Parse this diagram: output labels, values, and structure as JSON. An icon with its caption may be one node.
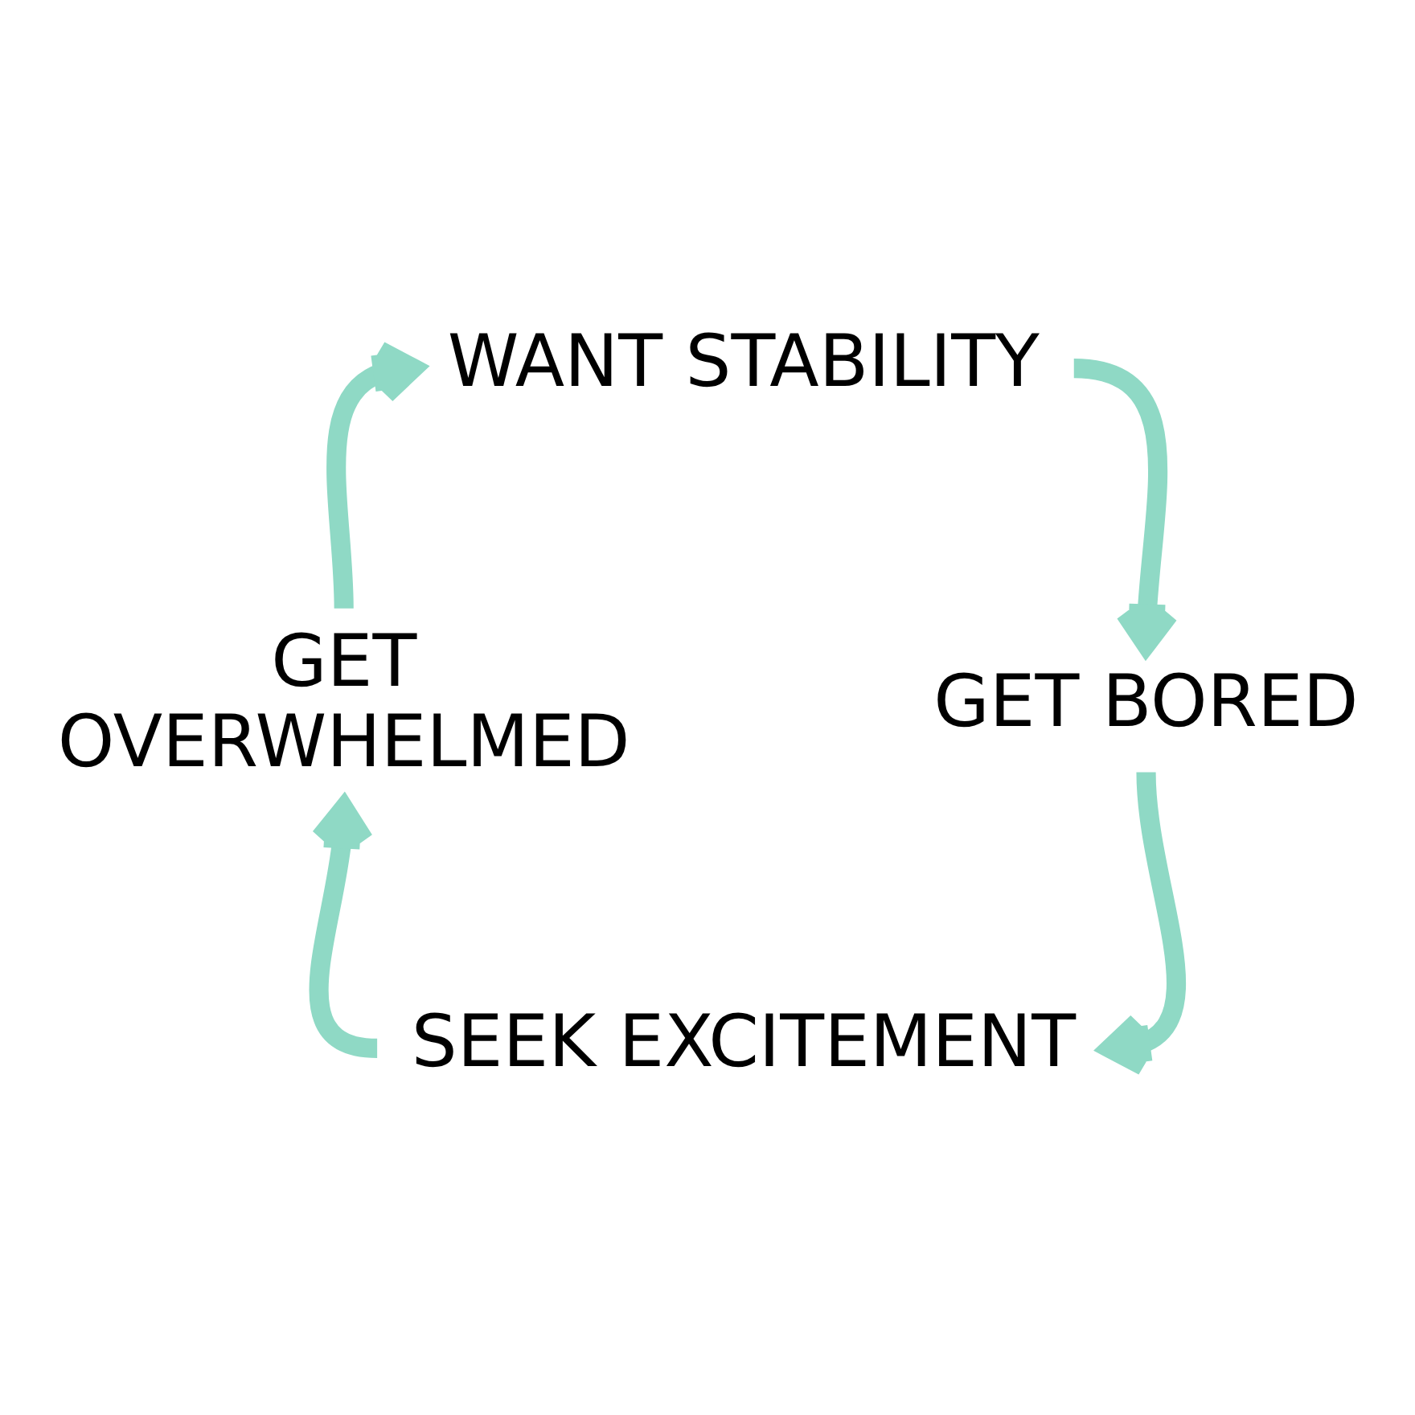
{
  "diagram": {
    "nodes": [
      {
        "text": [
          "WANT STABILITY"
        ]
      },
      {
        "text": [
          "GET BORED"
        ]
      },
      {
        "text": [
          "SEEK EXCITEMENT"
        ]
      },
      {
        "text": [
          "GET OVERWHELMED"
        ]
      }
    ],
    "edges": [
      {
        "from": 0,
        "to": 1,
        "arrow": "to"
      },
      {
        "from": 1,
        "to": 2,
        "arrow": "to"
      },
      {
        "from": 2,
        "to": 3,
        "arrow": "to"
      },
      {
        "from": 3,
        "to": 0,
        "arrow": "to"
      }
    ]
  }
}
